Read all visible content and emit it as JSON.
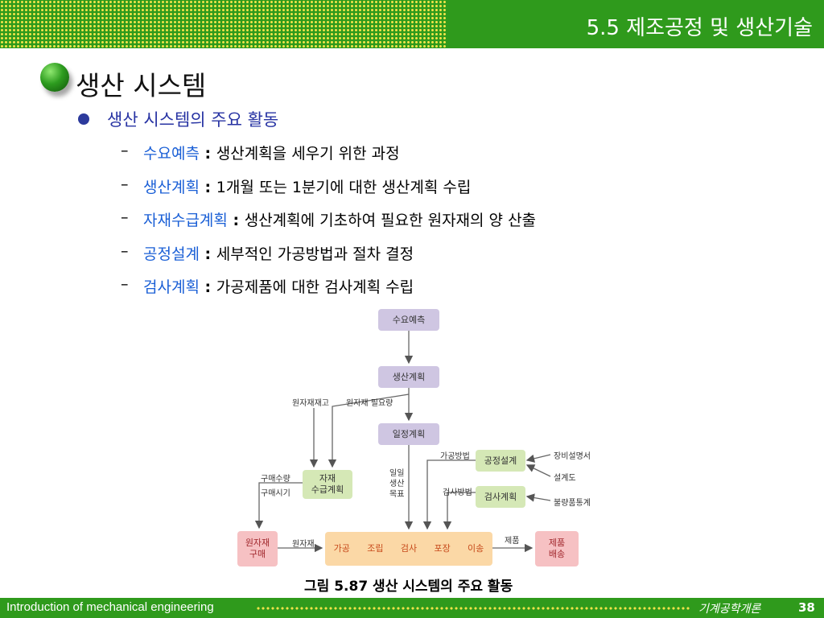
{
  "header": {
    "section_title": "5.5 제조공정 및 생산기술"
  },
  "slide": {
    "title": "생산 시스템",
    "main_bullet": "생산 시스템의 주요 활동",
    "sub_items": [
      {
        "dash": "–",
        "term": "수요예측",
        "sep": " : ",
        "desc": "생산계획을 세우기 위한 과정"
      },
      {
        "dash": "–",
        "term": "생산계획",
        "sep": " : ",
        "desc": "1개월 또는 1분기에 대한 생산계획 수립"
      },
      {
        "dash": "–",
        "term": "자재수급계획",
        "sep": " : ",
        "desc": "생산계획에 기초하여 필요한 원자재의 양 산출"
      },
      {
        "dash": "–",
        "term": "공정설계",
        "sep": " : ",
        "desc": " 세부적인 가공방법과 절차 결정"
      },
      {
        "dash": "–",
        "term": "검사계획",
        "sep": " : ",
        "desc": "가공제품에 대한  검사계획 수립"
      }
    ]
  },
  "diagram": {
    "nodes": {
      "demand_forecast": "수요예측",
      "production_plan": "생산계획",
      "daily_plan": "일정계획",
      "material_plan_l1": "자재",
      "material_plan_l2": "수급계획",
      "process_design": "공정설계",
      "inspection_plan": "검사계획",
      "raw_material_l1": "원자재",
      "raw_material_l2": "구매",
      "process_steps": [
        "가공",
        "조립",
        "검사",
        "포장",
        "이송"
      ],
      "product_l1": "제품",
      "product_l2": "배송"
    },
    "labels": {
      "raw_stock": "원자재재고",
      "raw_required": "원자재 필요량",
      "purchase_qty": "구매수량",
      "purchase_time": "구매시기",
      "daily_target": [
        "일일",
        "생산",
        "목표"
      ],
      "processing_method": "가공방법",
      "inspection_method": "검사방법",
      "raw_material": "원자재",
      "product": "제품",
      "equipment_spec": "장비설명서",
      "design_drawing": "설계도",
      "defect_stats": "불량품통계"
    },
    "caption": "그림 5.87 생산 시스템의 주요 활동"
  },
  "footer": {
    "course": "Introduction of mechanical engineering",
    "subject": "기계공학개론",
    "page": "38"
  },
  "colors": {
    "header_green": "#2f9a1c",
    "dot_yellow": "#f2e34a",
    "bullet_text_blue": "#2733a3",
    "term_blue": "#1a5fd6"
  }
}
